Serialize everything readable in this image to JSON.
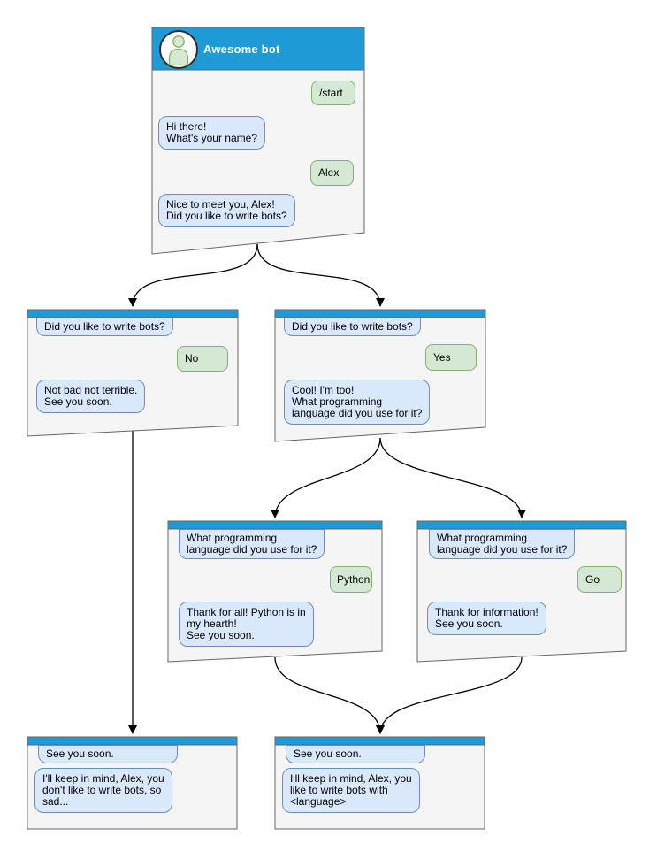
{
  "colors": {
    "header-blue": "#1e9bd7",
    "window-fill": "#f5f5f5",
    "window-border": "#666666",
    "bot-bubble-fill": "#dae8fc",
    "bot-bubble-border": "#6c8ebf",
    "user-bubble-fill": "#d5e8d4",
    "user-bubble-border": "#82b366",
    "edge-color": "#000000"
  },
  "windows": {
    "main": {
      "title": "Awesome bot",
      "m1": "/start",
      "m2": "Hi there!\nWhat's your name?",
      "m3": "Alex",
      "m4": "Nice to meet you, Alex!\nDid you like to write bots?"
    },
    "no_branch": {
      "m1": "Did you like to write bots?",
      "m2": "No",
      "m3": "Not bad not terrible.\nSee you soon."
    },
    "yes_branch": {
      "m1": "Did you like to write bots?",
      "m2": "Yes",
      "m3": "Cool! I'm too!\nWhat programming\nlanguage did you use for it?"
    },
    "python_branch": {
      "m1": "What programming\nlanguage did you use for it?",
      "m2": "Python",
      "m3": "Thank for all! Python is in\nmy hearth!\nSee you soon."
    },
    "go_branch": {
      "m1": "What programming\nlanguage did you use for it?",
      "m2": "Go",
      "m3": "Thank for information!\nSee you soon."
    },
    "end_no": {
      "m1": "See you soon.",
      "m2": "I'll keep in mind, Alex, you\ndon't like to write bots, so\nsad..."
    },
    "end_yes": {
      "m1": "See you soon.",
      "m2": "I'll keep in mind, Alex, you\nlike to write bots with\n<language>"
    }
  }
}
